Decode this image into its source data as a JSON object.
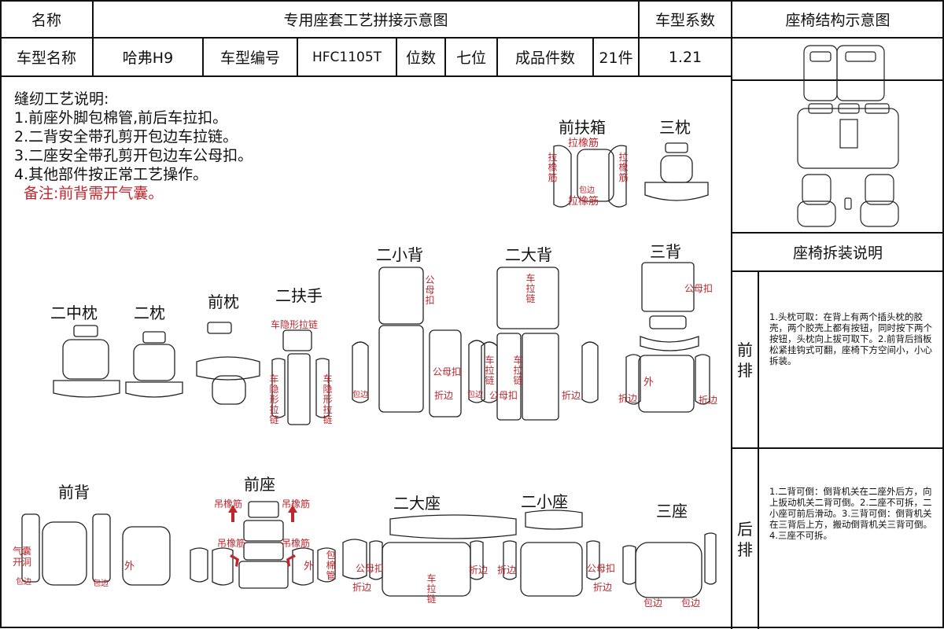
{
  "header": {
    "name_label": "名称",
    "title": "专用座套工艺拼接示意图",
    "coef_label": "车型系数",
    "structure_label": "座椅结构示意图",
    "model_name_label": "车型名称",
    "model_name": "哈弗H9",
    "model_code_label": "车型编号",
    "model_code": "HFC1105T",
    "seats_label": "位数",
    "seats": "七位",
    "pieces_label": "成品件数",
    "pieces": "21件",
    "coef": "1.21"
  },
  "notes": {
    "title": "缝纫工艺说明:",
    "items": [
      "1.前座外脚包棉管,前后车拉扣。",
      "2.二背安全带孔剪开包边车拉链。",
      "3.二座安全带孔剪开包边车公母扣。",
      "4.其他部件按正常工艺操作。"
    ],
    "remark": "备注:前背需开气囊。"
  },
  "install": {
    "title": "座椅拆装说明",
    "front_label": "前排",
    "rear_label": "后排",
    "front_text": "1.头枕可取：在背上有两个插头枕的胶壳，两个胶壳上都有按钮，同时按下两个按钮，头枕向上拔可取下。2.前背后挡板松紧挂钩式可翻，座椅下方空间小，小心拆装。",
    "rear_text": "1.二背可倒：倒背机关在二座外后方，向上扳动机关二背可倒。2.二座不可拆，二小座可前后滑动。3.三背可倒：倒背机关在三背后上方，搬动倒背机关三背可倒。4.三座不可拆。"
  },
  "parts": {
    "front_armrest": "前扶箱",
    "third_headrest": "三枕",
    "second_mid_headrest": "二中枕",
    "second_headrest": "二枕",
    "front_headrest": "前枕",
    "second_armrest": "二扶手",
    "second_small_back": "二小背",
    "second_big_back": "二大背",
    "third_back": "三背",
    "front_back": "前背",
    "front_seat": "前座",
    "second_big_seat": "二大座",
    "second_small_seat": "二小座",
    "third_seat": "三座"
  },
  "marks": {
    "rubber": "拉橡筋",
    "rubber_v": "拉橡筋",
    "wrap_small": "包边",
    "hidden_zip": "车隐形拉链",
    "hidden_zip_v": "车隐形拉链",
    "snap": "公母扣",
    "snap_v": "公母扣",
    "zip_v": "车拉链",
    "fold": "折边",
    "outer": "外",
    "hang_rubber": "吊橡筋",
    "wrap": "包边",
    "airbag": "气囊开洞",
    "cotton_v": "包棉管"
  }
}
